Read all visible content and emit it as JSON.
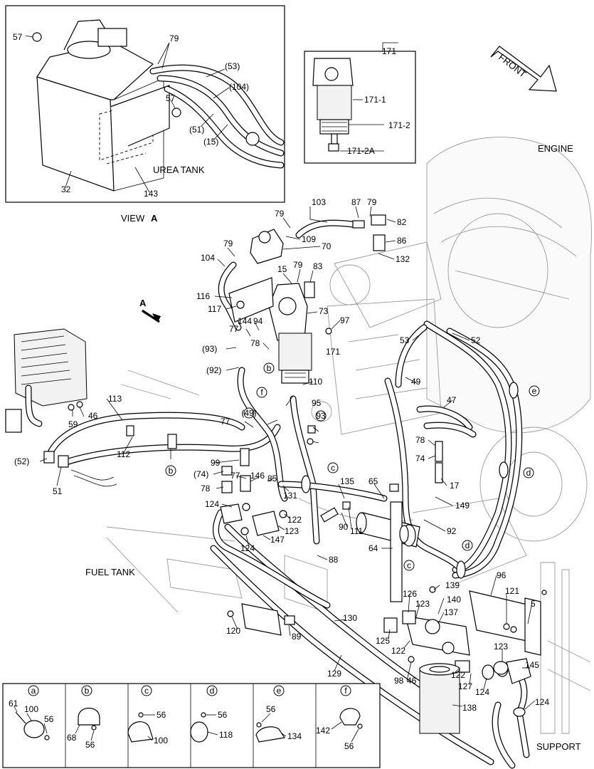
{
  "view_a": {
    "caption": "VIEW",
    "caption_letter": "A",
    "tank_label": "UREA TANK",
    "callouts": [
      "57",
      "79",
      "(53)",
      "(104)",
      "57",
      "(51)",
      "(15)",
      "32",
      "143"
    ]
  },
  "filter_detail": {
    "callouts": [
      "171",
      "171-1",
      "171-2",
      "171-2A"
    ]
  },
  "direction": {
    "front_label": "FRONT",
    "view_arrow_letter": "A"
  },
  "section_labels": {
    "engine": "ENGINE",
    "fuel_tank": "FUEL TANK",
    "support": "SUPPORT"
  },
  "main_callouts": {
    "top": [
      "103",
      "87",
      "79",
      "82",
      "79",
      "109",
      "86",
      "79",
      "70",
      "132",
      "104",
      "15",
      "79",
      "83"
    ],
    "filter_area": [
      "116",
      "117",
      "144",
      "94",
      "73",
      "97",
      "77",
      "(93)",
      "78",
      "b",
      "171",
      "(92)",
      "53",
      "52",
      "110",
      "b",
      "95",
      "a",
      "f",
      "(49)",
      "93",
      "77"
    ],
    "left": [
      "113",
      "59",
      "46",
      "112",
      "(52)",
      "51",
      "b"
    ],
    "middle": [
      "99",
      "(74)",
      "77",
      "146",
      "85",
      "78",
      "131",
      "124",
      "122",
      "123",
      "147",
      "124",
      "90",
      "111",
      "135",
      "65",
      "c",
      "c"
    ],
    "right": [
      "49",
      "47",
      "78",
      "74",
      "d",
      "17",
      "149",
      "92",
      "e",
      "d",
      "64",
      "88",
      "c"
    ],
    "bottom": [
      "96",
      "139",
      "121",
      "5",
      "126",
      "140",
      "123",
      "137",
      "125",
      "122",
      "120",
      "89",
      "130",
      "129",
      "98",
      "46",
      "122",
      "127",
      "124",
      "123",
      "145",
      "138",
      "124"
    ]
  },
  "legend": {
    "panels": [
      {
        "letter": "a",
        "parts": [
          "61",
          "100",
          "56"
        ]
      },
      {
        "letter": "b",
        "parts": [
          "68",
          "56"
        ]
      },
      {
        "letter": "c",
        "parts": [
          "56",
          "100"
        ]
      },
      {
        "letter": "d",
        "parts": [
          "56",
          "118"
        ]
      },
      {
        "letter": "e",
        "parts": [
          "56",
          "134"
        ]
      },
      {
        "letter": "f",
        "parts": [
          "142",
          "56"
        ]
      }
    ]
  }
}
